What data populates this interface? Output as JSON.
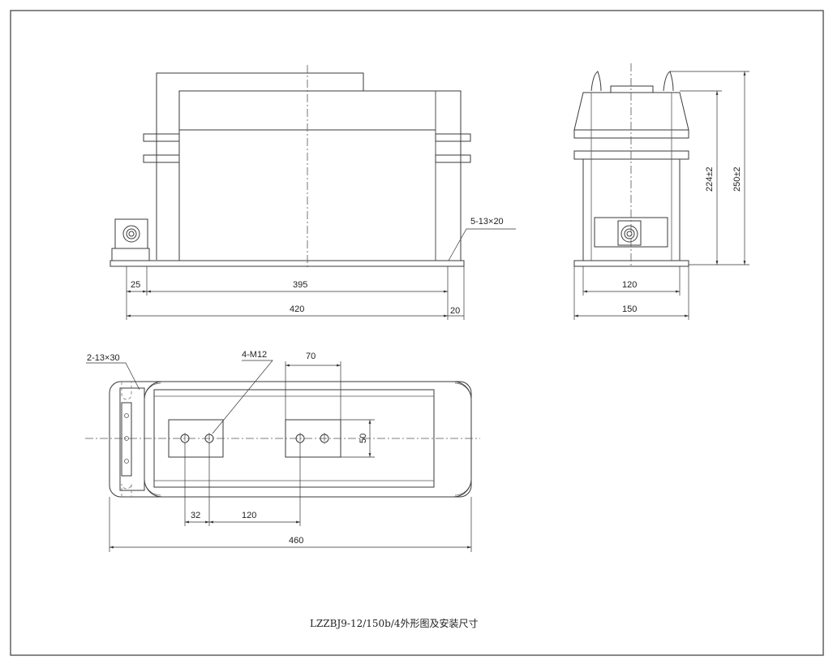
{
  "front_view": {
    "dim_25": "25",
    "dim_395": "395",
    "dim_420": "420",
    "dim_20": "20",
    "slot_callout": "5-13×20"
  },
  "side_view": {
    "dim_120": "120",
    "dim_150": "150",
    "dim_224": "224±2",
    "dim_250": "250±2"
  },
  "top_view": {
    "mount_callout": "2-13×30",
    "bolt_callout": "4-M12",
    "dim_70": "70",
    "dim_50": "50",
    "dim_32": "32",
    "dim_120": "120",
    "dim_460": "460"
  },
  "caption": "LZZBJ9-12/150b/4外形图及安装尺寸"
}
